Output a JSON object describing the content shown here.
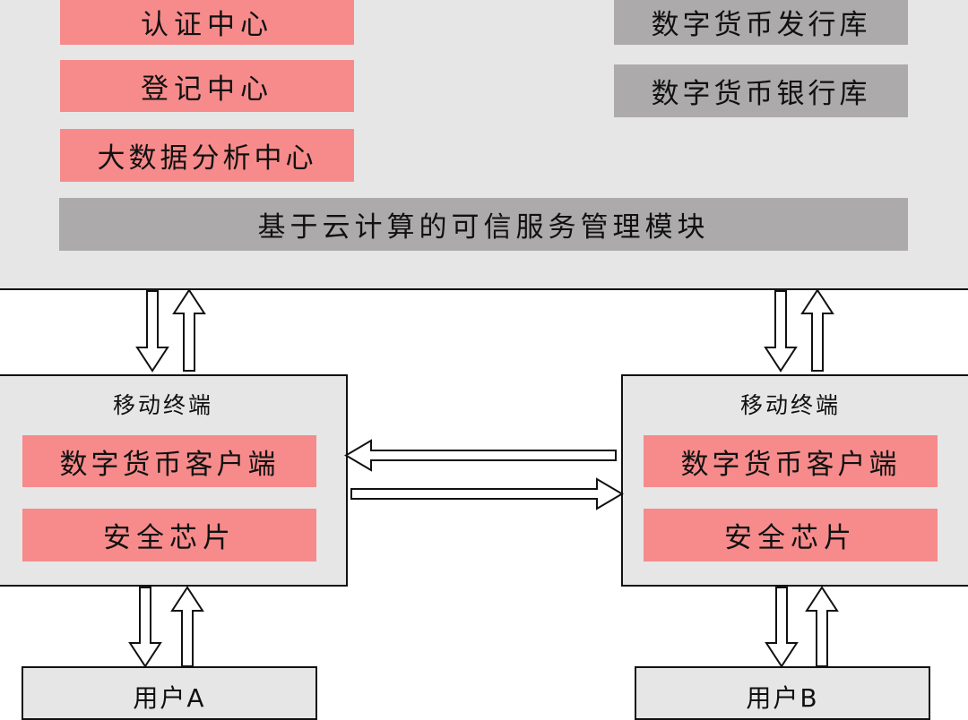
{
  "server": {
    "auth_center": "认证中心",
    "registry_center": "登记中心",
    "bigdata_center": "大数据分析中心",
    "issuance_db": "数字货币发行库",
    "bank_db": "数字货币银行库",
    "trusted_module": "基于云计算的可信服务管理模块"
  },
  "terminal_a": {
    "title": "移动终端",
    "client": "数字货币客户端",
    "chip": "安全芯片"
  },
  "terminal_b": {
    "title": "移动终端",
    "client": "数字货币客户端",
    "chip": "安全芯片"
  },
  "user_a": "用户A",
  "user_b": "用户B",
  "colors": {
    "panel": "#e6e6e6",
    "pink": "#f78b8b",
    "grey": "#acaaaa",
    "border": "#111111"
  }
}
